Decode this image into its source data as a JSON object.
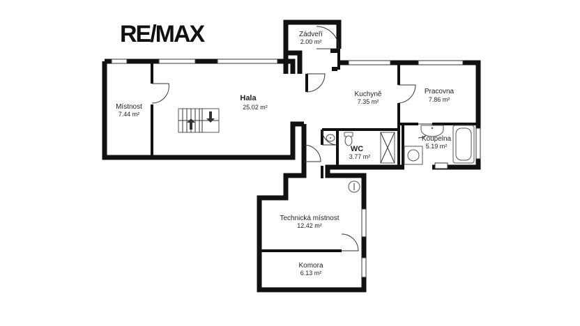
{
  "brand": {
    "logo_text": "RE/MAX"
  },
  "rooms": {
    "zadveri": {
      "name": "Zádveří",
      "area": "2.00 m²"
    },
    "mistnost": {
      "name": "Místnost",
      "area": "7.44 m²"
    },
    "hala": {
      "name": "Hala",
      "area": "25.02 m²"
    },
    "kuchyne": {
      "name": "Kuchyně",
      "area": "7.35 m²"
    },
    "pracovna": {
      "name": "Pracovna",
      "area": "7.86 m²"
    },
    "wc": {
      "name": "WC",
      "area": "3.77 m²"
    },
    "koupelna": {
      "name": "Koupelna",
      "area": "5.19 m²"
    },
    "technicka": {
      "name": "Technická místnost",
      "area": "12.42 m²"
    },
    "komora": {
      "name": "Komora",
      "area": "6.13 m²"
    }
  },
  "colors": {
    "wall": "#111111",
    "background": "#ffffff"
  }
}
